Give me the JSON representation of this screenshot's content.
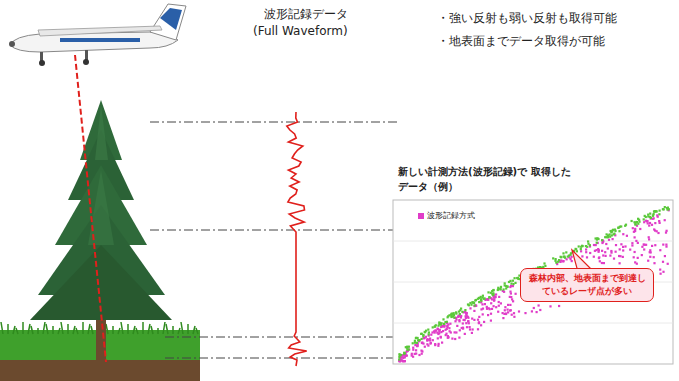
{
  "diagram": {
    "nodes": [
      {
        "text": [
          "森林内部、地表面まで到達しているレーザ点が多い"
        ]
      }
    ],
    "labels": [
      "波形記録データ",
      "(Full Waveform)",
      "・強い反射も弱い反射も取得可能",
      "・地表面までデータ取得が可能",
      "新しい計測方法(波形記録)で 取得したデータ（例）"
    ],
    "legend": [
      {
        "text": "波形記録方式",
        "color": "#e03cc8"
      }
    ]
  }
}
